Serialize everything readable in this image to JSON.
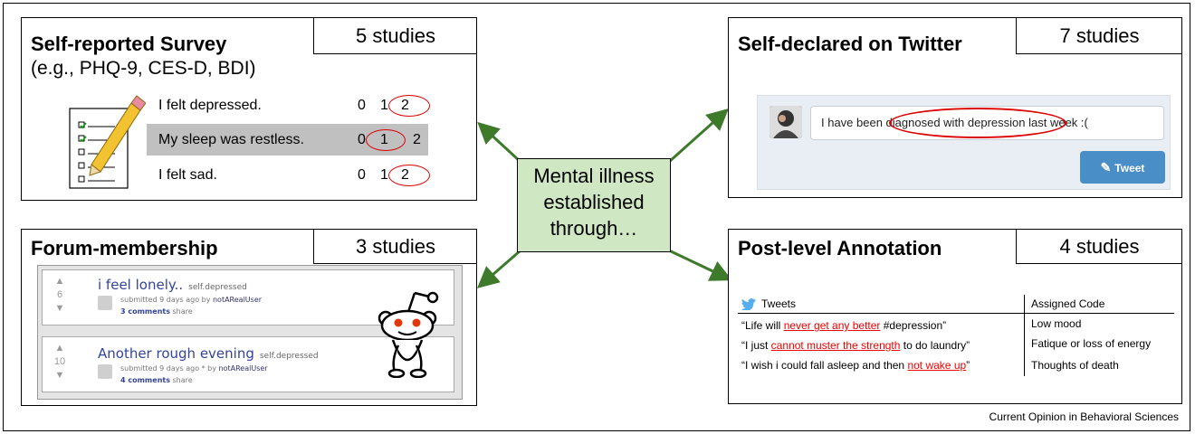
{
  "center": {
    "lines": [
      "Mental illness",
      "established",
      "through…"
    ]
  },
  "panels": {
    "survey": {
      "title": "Self-reported Survey",
      "subtitle": "(e.g., PHQ-9, CES-D, BDI)",
      "count": "5 studies",
      "items": [
        {
          "text": "I felt depressed.",
          "scores": [
            "0",
            "1",
            "2"
          ],
          "selected": "2"
        },
        {
          "text": "My sleep was restless.",
          "scores": [
            "0",
            "1",
            "2"
          ],
          "selected": "1"
        },
        {
          "text": "I felt sad.",
          "scores": [
            "0",
            "1",
            "2"
          ],
          "selected": "2"
        }
      ]
    },
    "twitter": {
      "title": "Self-declared on Twitter",
      "count": "7 studies",
      "tweet_text": "I have been diagnosed with depression last week :(",
      "tweet_button": "Tweet"
    },
    "forum": {
      "title": "Forum-membership",
      "count": "3 studies",
      "posts": [
        {
          "votes": "6",
          "title": "i feel lonely..",
          "domain": "self.depressed",
          "submitted": "submitted 9 days ago by",
          "user": "notARealUser",
          "comments": "3 comments",
          "share": "share"
        },
        {
          "votes": "10",
          "title": "Another rough evening",
          "domain": "self.depressed",
          "submitted": "submitted 9 days ago * by",
          "user": "notARealUser",
          "comments": "4 comments",
          "share": "share"
        }
      ]
    },
    "annotation": {
      "title": "Post-level Annotation",
      "count": "4 studies",
      "col_tweets": "Tweets",
      "col_code": "Assigned Code",
      "rows": [
        {
          "pre": "“Life will ",
          "hl": "never get any better",
          "post": " #depression”",
          "code": "Low mood"
        },
        {
          "pre": "“I just ",
          "hl": "cannot muster the strength",
          "post": " to do laundry”",
          "code": "Fatique or loss of energy"
        },
        {
          "pre": "“I wish i could fall asleep and then ",
          "hl": "not wake up",
          "post": "”",
          "code": "Thoughts of death"
        }
      ]
    }
  },
  "credit": "Current Opinion in Behavioral Sciences",
  "colors": {
    "center_fill": "#cfe7c2",
    "arrow": "#3d7a2a",
    "highlight": "#e00000",
    "circle": "#d00000"
  }
}
